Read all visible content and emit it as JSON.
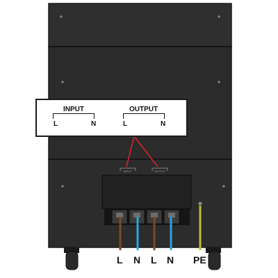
{
  "callout": {
    "input_title": "INPUT",
    "input_l": "L",
    "input_n": "N",
    "output_title": "OUTPUT",
    "output_l": "L",
    "output_n": "N"
  },
  "terminal_plate": {
    "input_label": "INPUT",
    "output_label": "OUTPUT"
  },
  "wire_labels": [
    "L",
    "N",
    "L",
    "N",
    "PE"
  ],
  "colors": {
    "cabinet": "#2c2c2c",
    "cabinet_edge": "#1b1b1b",
    "plate": "#232323",
    "callout_line": "#d6222a",
    "wire_brown": "#7a4a2a",
    "wire_blue": "#2aa6e0",
    "wire_pe": "#b9c42e"
  }
}
